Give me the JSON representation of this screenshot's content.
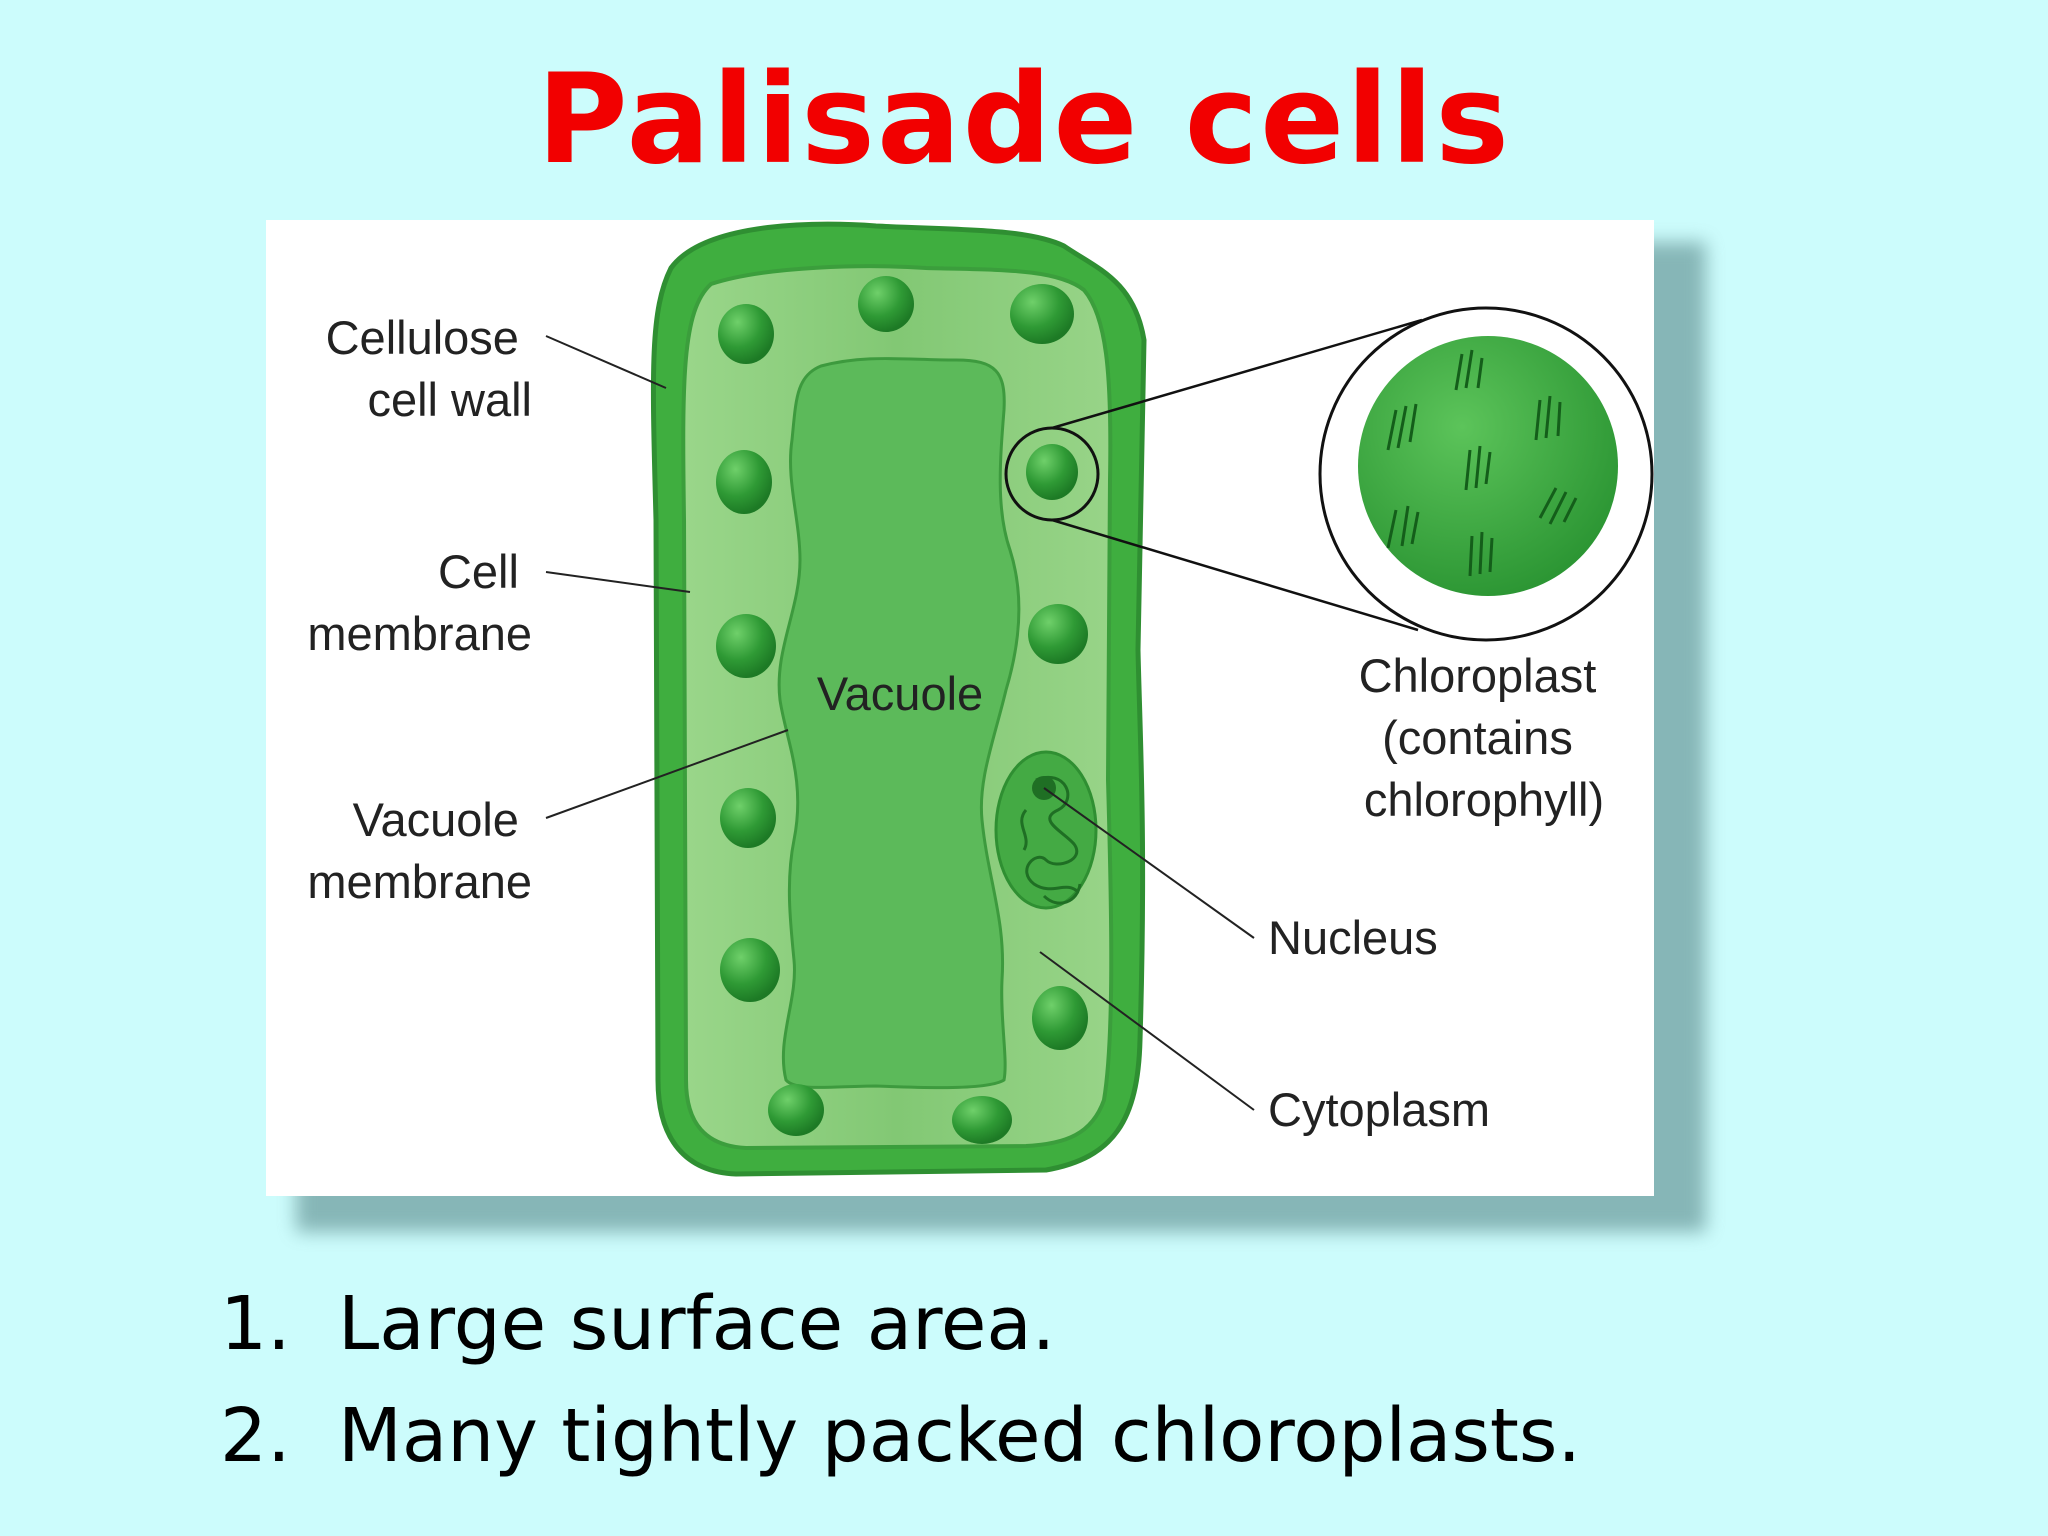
{
  "title": "Palisade cells",
  "diagram": {
    "labels": {
      "cell_wall": [
        "Cellulose",
        "cell wall"
      ],
      "cell_membrane": [
        "Cell",
        "membrane"
      ],
      "vacuole_membrane": [
        "Vacuole",
        "membrane"
      ],
      "vacuole": "Vacuole",
      "chloroplast": [
        "Chloroplast",
        "(contains",
        "chlorophyll)"
      ],
      "nucleus": "Nucleus",
      "cytoplasm": "Cytoplasm"
    },
    "colors": {
      "cell_wall": "#3fae3f",
      "cytoplasm": "#8fce80",
      "vacuole": "#5cba5a",
      "chloroplast": "#2f9a35",
      "leader_line": "#222222"
    }
  },
  "points": [
    {
      "num": "1.",
      "text": "Large surface area."
    },
    {
      "num": "2.",
      "text": "Many tightly packed chloroplasts."
    }
  ]
}
